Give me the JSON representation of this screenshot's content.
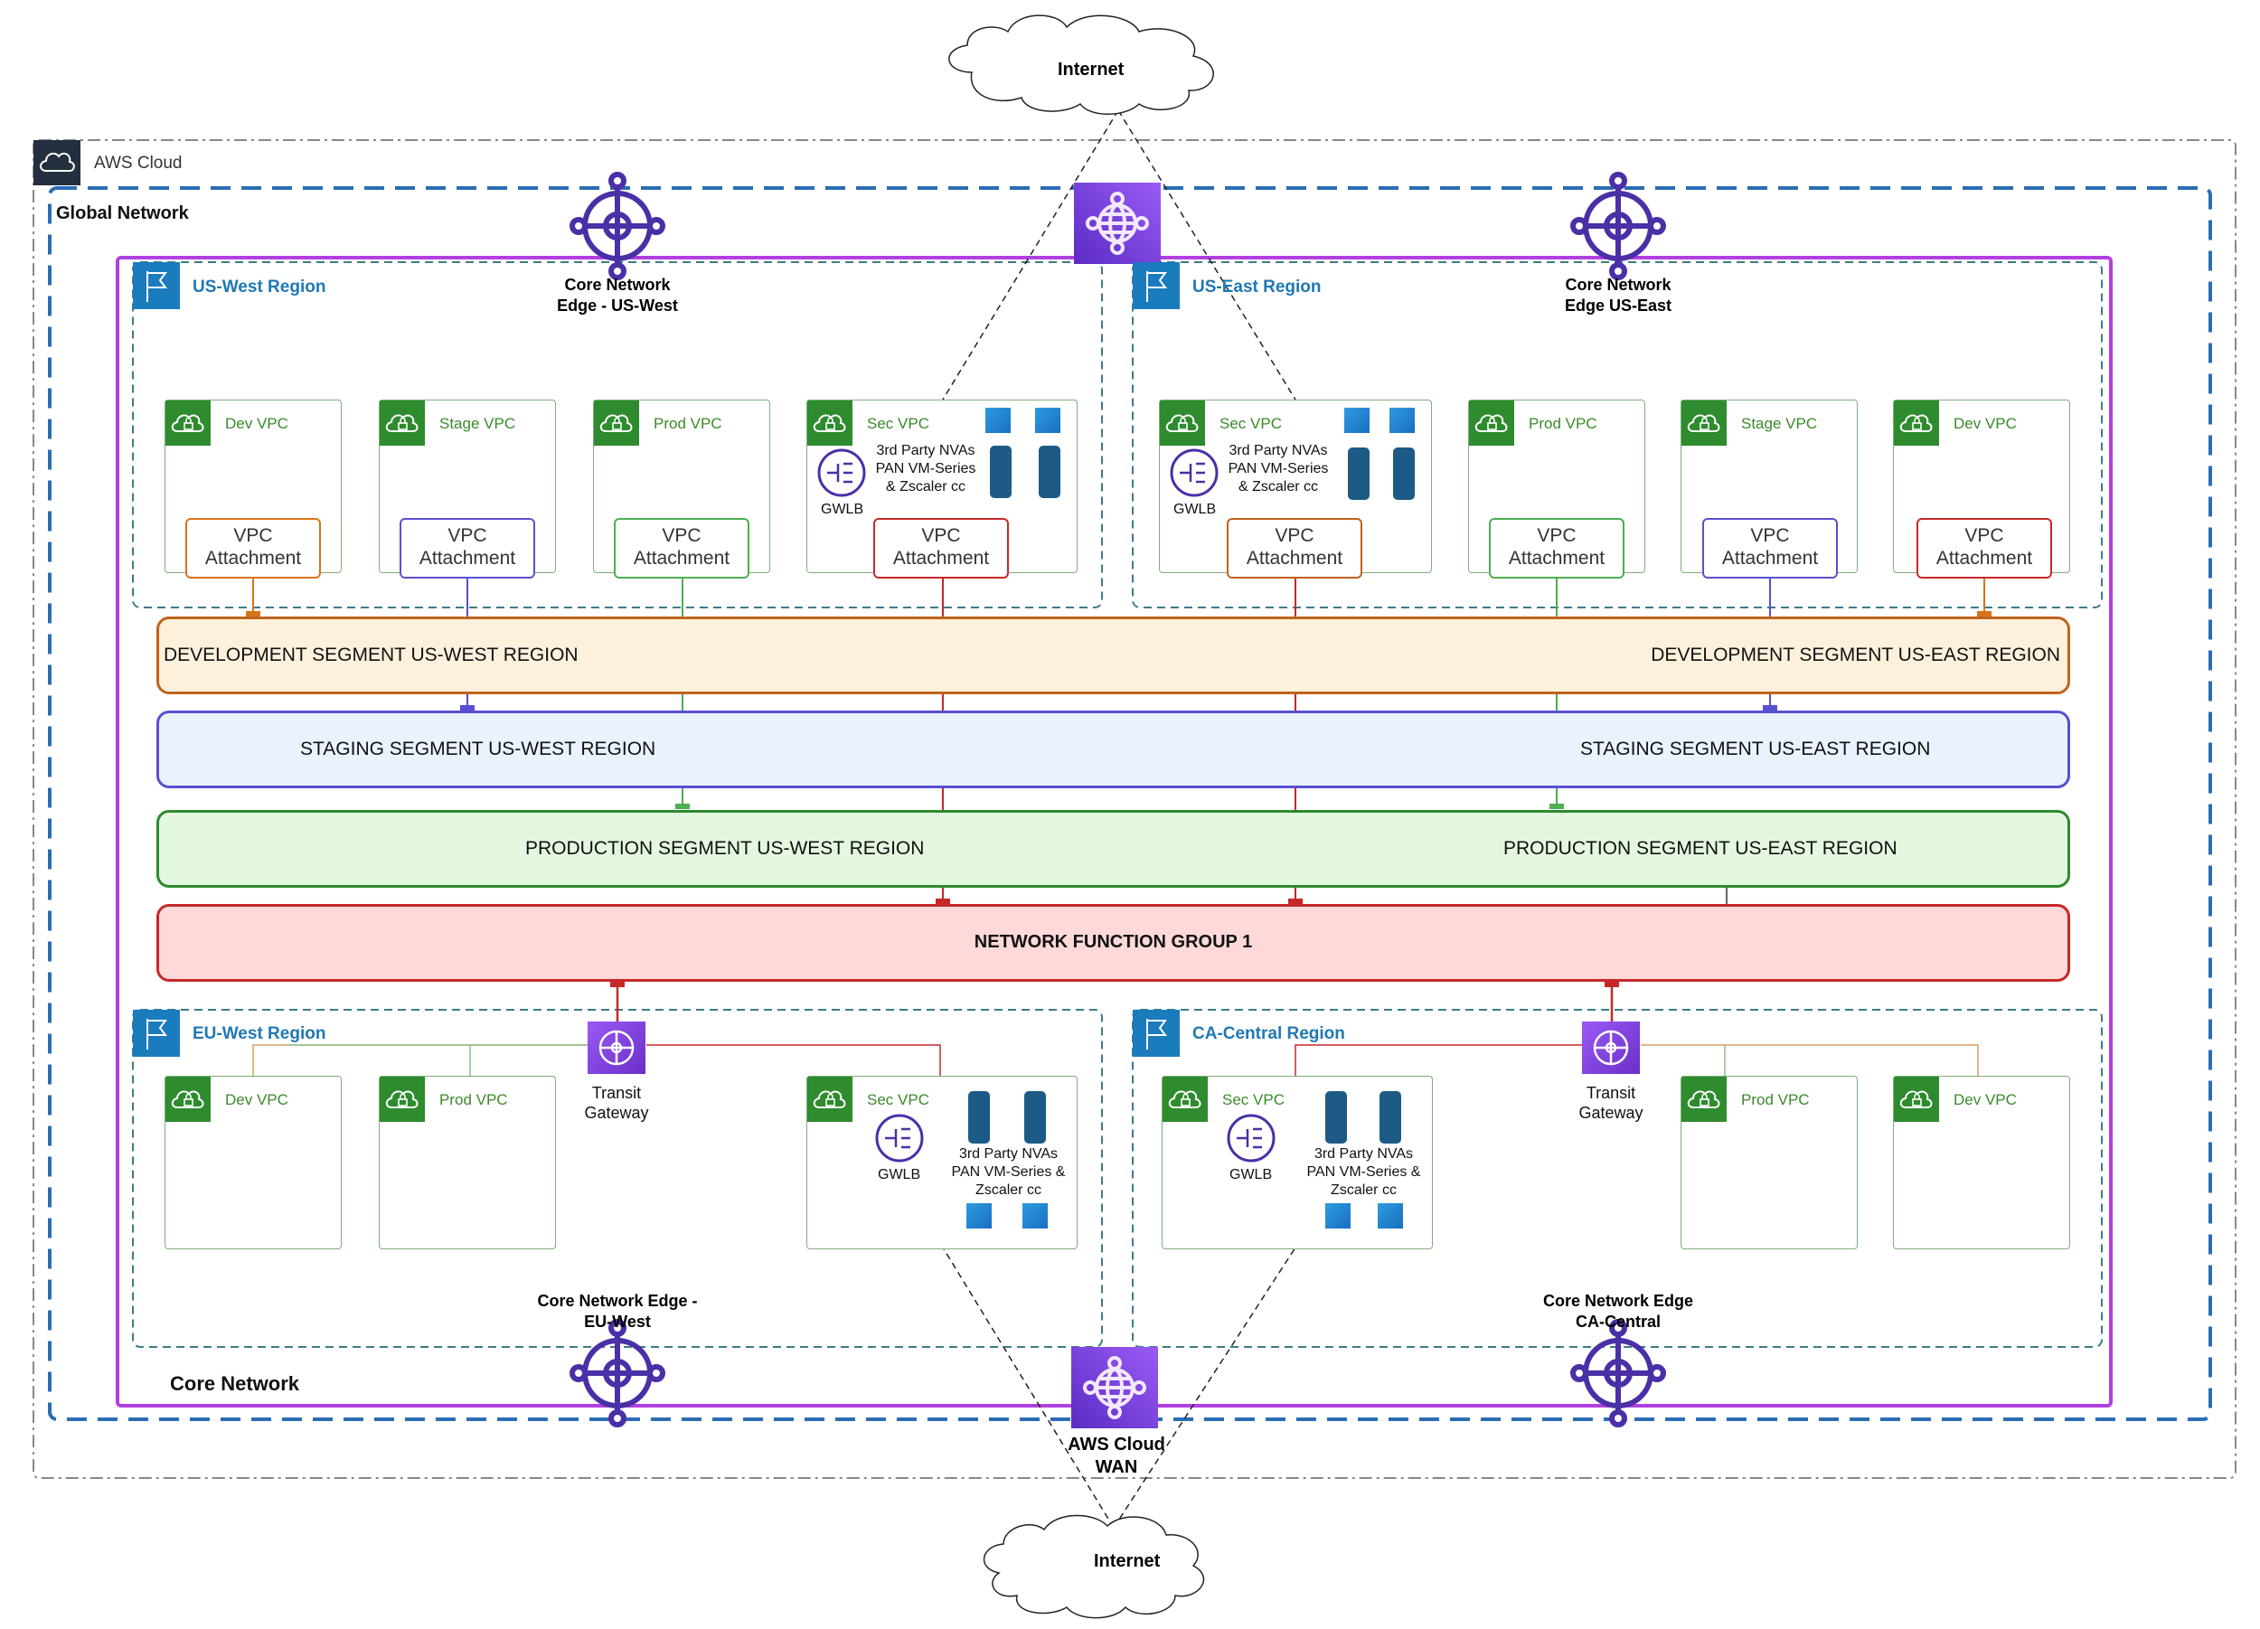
{
  "internet_top": "Internet",
  "internet_bottom": "Internet",
  "aws_cloud": {
    "label": "AWS Cloud",
    "icon": "cloud-icon"
  },
  "global_network": {
    "label": "Global Network"
  },
  "core_network": {
    "label": "Core Network"
  },
  "cloud_wan": {
    "label_line1": "AWS Cloud",
    "label_line2": "WAN",
    "icon": "globe-network-icon"
  },
  "core_edges": {
    "us_west": {
      "line1": "Core Network",
      "line2": "Edge - US-West"
    },
    "us_east": {
      "line1": "Core Network",
      "line2": "Edge US-East"
    },
    "eu_west": {
      "line1": "Core Network Edge -",
      "line2": "EU-West"
    },
    "ca_central": {
      "line1": "Core Network Edge",
      "line2": "CA-Central"
    }
  },
  "regions": {
    "us_west": {
      "label": "US-West Region",
      "vpcs": [
        {
          "name": "Dev VPC",
          "attachment": "VPC Attachment",
          "attach_color": "#d8731c"
        },
        {
          "name": "Stage VPC",
          "attachment": "VPC Attachment",
          "attach_color": "#5a4fcf"
        },
        {
          "name": "Prod VPC",
          "attachment": "VPC Attachment",
          "attach_color": "#4caf50"
        },
        {
          "name": "Sec VPC",
          "attachment": "VPC Attachment",
          "attach_color": "#c62828"
        }
      ],
      "gwlb": "GWLB",
      "nva": {
        "line1": "3rd Party NVAs",
        "line2": "PAN VM-Series",
        "line3": "& Zscaler cc"
      }
    },
    "us_east": {
      "label": "US-East Region",
      "vpcs": [
        {
          "name": "Sec VPC",
          "attachment": "VPC Attachment",
          "attach_color": "#c0601c"
        },
        {
          "name": "Prod VPC",
          "attachment": "VPC Attachment",
          "attach_color": "#4caf50"
        },
        {
          "name": "Stage VPC",
          "attachment": "VPC Attachment",
          "attach_color": "#5a4fcf"
        },
        {
          "name": "Dev VPC",
          "attachment": "VPC Attachment",
          "attach_color": "#c62828"
        }
      ],
      "gwlb": "GWLB",
      "nva": {
        "line1": "3rd Party NVAs",
        "line2": "PAN VM-Series",
        "line3": "& Zscaler cc"
      }
    },
    "eu_west": {
      "label": "EU-West Region",
      "vpcs": [
        {
          "name": "Dev VPC"
        },
        {
          "name": "Prod VPC"
        },
        {
          "name": "Sec VPC"
        }
      ],
      "transit_gateway": {
        "line1": "Transit",
        "line2": "Gateway"
      },
      "gwlb": "GWLB",
      "nva": {
        "line1": "3rd Party NVAs",
        "line2": "PAN VM-Series &",
        "line3": "Zscaler cc"
      }
    },
    "ca_central": {
      "label": "CA-Central Region",
      "vpcs": [
        {
          "name": "Sec VPC"
        },
        {
          "name": "Prod VPC"
        },
        {
          "name": "Dev VPC"
        }
      ],
      "transit_gateway": {
        "line1": "Transit",
        "line2": "Gateway"
      },
      "gwlb": "GWLB",
      "nva": {
        "line1": "3rd Party NVAs",
        "line2": "PAN VM-Series &",
        "line3": "Zscaler cc"
      }
    }
  },
  "segments": {
    "development": {
      "west": "DEVELOPMENT SEGMENT US-WEST REGION",
      "east": "DEVELOPMENT SEGMENT US-EAST REGION",
      "fill": "#fdf1dc",
      "border": "#c0641c"
    },
    "staging": {
      "west": "STAGING SEGMENT US-WEST REGION",
      "east": "STAGING SEGMENT US-EAST REGION",
      "fill": "#eaf2fd",
      "border": "#5a4fcf"
    },
    "production": {
      "west": "PRODUCTION SEGMENT US-WEST REGION",
      "east": "PRODUCTION SEGMENT US-EAST REGION",
      "fill": "#e3f8df",
      "border": "#2e8b2e"
    },
    "nfg": {
      "label": "NETWORK FUNCTION GROUP 1",
      "fill": "#fdd9d9",
      "border": "#c62828"
    }
  },
  "colors": {
    "global_network_border": "#2a6db5",
    "core_network_border": "#b23fe0",
    "region_border": "#3d7b88",
    "aws_cloud_border": "#888888",
    "icon_purple": "#4b2fa6"
  }
}
